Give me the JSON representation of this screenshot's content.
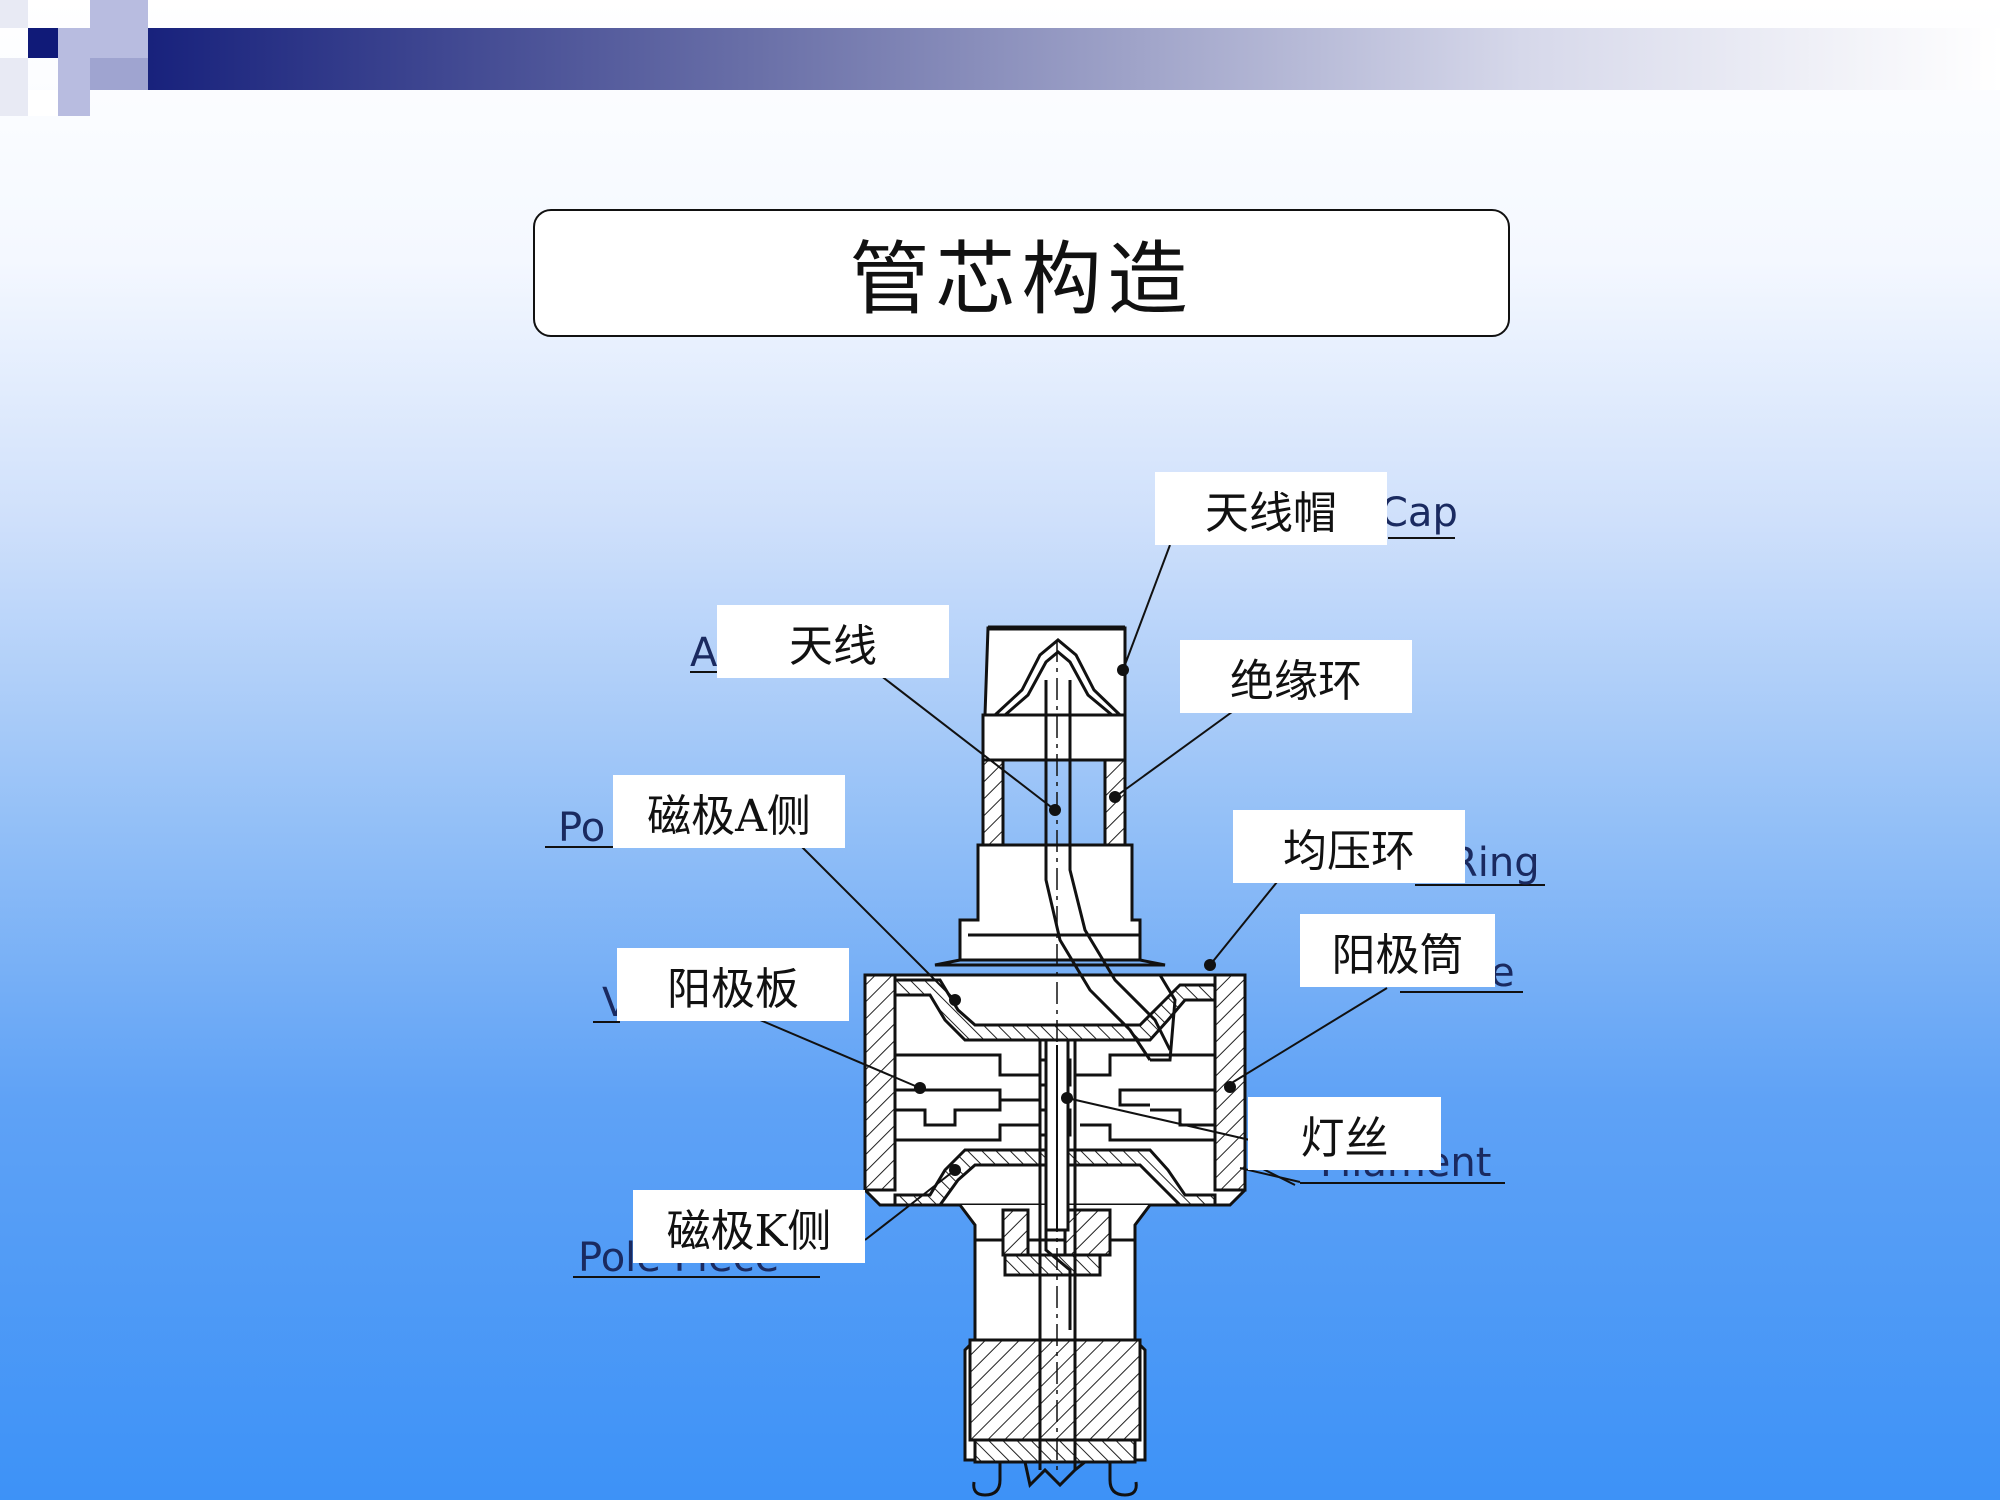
{
  "title": "管芯构造",
  "labels": {
    "antenna_cap": "天线帽",
    "antenna": "天线",
    "insulation_ring": "绝缘环",
    "pole_a_side": "磁极A侧",
    "pressure_ring": "均压环",
    "anode_vane": "阳极板",
    "anode_cylinder": "阳极筒",
    "filament": "灯丝",
    "pole_k_side": "磁极K侧"
  },
  "english_fragments": {
    "cap": "Cap",
    "a": "A",
    "po": "Po",
    "ring": "Ring",
    "v": "V",
    "e": "e",
    "filament": "Filament",
    "pole_piece": "Pole Piece"
  },
  "colors": {
    "deco_dark": "#101a78",
    "deco_light": "#a8acd2",
    "background_bottom": "#3d92f7"
  }
}
